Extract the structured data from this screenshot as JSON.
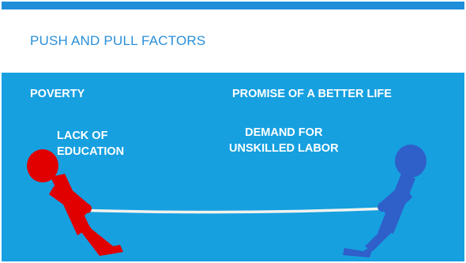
{
  "slide": {
    "title": "PUSH AND PULL FACTORS",
    "push_factors": [
      "POVERTY",
      "LACK OF\nEDUCATION"
    ],
    "pull_factors": [
      "PROMISE OF A BETTER LIFE",
      "DEMAND FOR\nUNSKILLED LABOR"
    ]
  },
  "colors": {
    "accent_blue": "#1f8ed9",
    "content_background": "#16a0e0",
    "push_figure": "#e00000",
    "pull_figure": "#2f5fc9",
    "rope": "#f2f2ee"
  },
  "icons": {
    "left_figure": "red-figure-pulling-rope-icon",
    "right_figure": "blue-figure-pulling-rope-icon",
    "rope": "rope-icon"
  }
}
